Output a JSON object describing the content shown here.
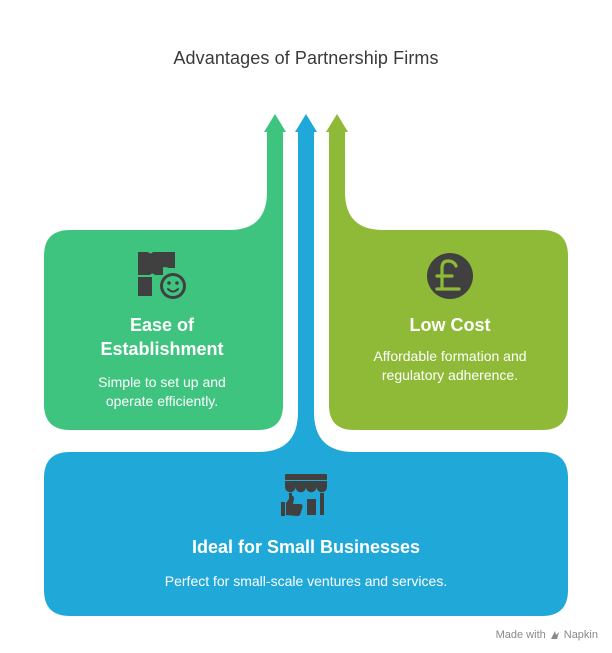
{
  "title": "Advantages of Partnership Firms",
  "cards": {
    "ease": {
      "title": "Ease of Establishment",
      "description": "Simple to set up and operate efficiently.",
      "icon": "puzzle-face-icon",
      "color": "#3fc47f"
    },
    "cost": {
      "title": "Low Cost",
      "description": "Affordable formation and regulatory adherence.",
      "icon": "pound-coin-icon",
      "color": "#8fba38"
    },
    "small": {
      "title": "Ideal for Small Businesses",
      "description": "Perfect for small-scale ventures and services.",
      "icon": "storefront-thumbs-up-icon",
      "color": "#1fa8d8"
    }
  },
  "footer": {
    "prefix": "Made with",
    "brand": "Napkin"
  }
}
